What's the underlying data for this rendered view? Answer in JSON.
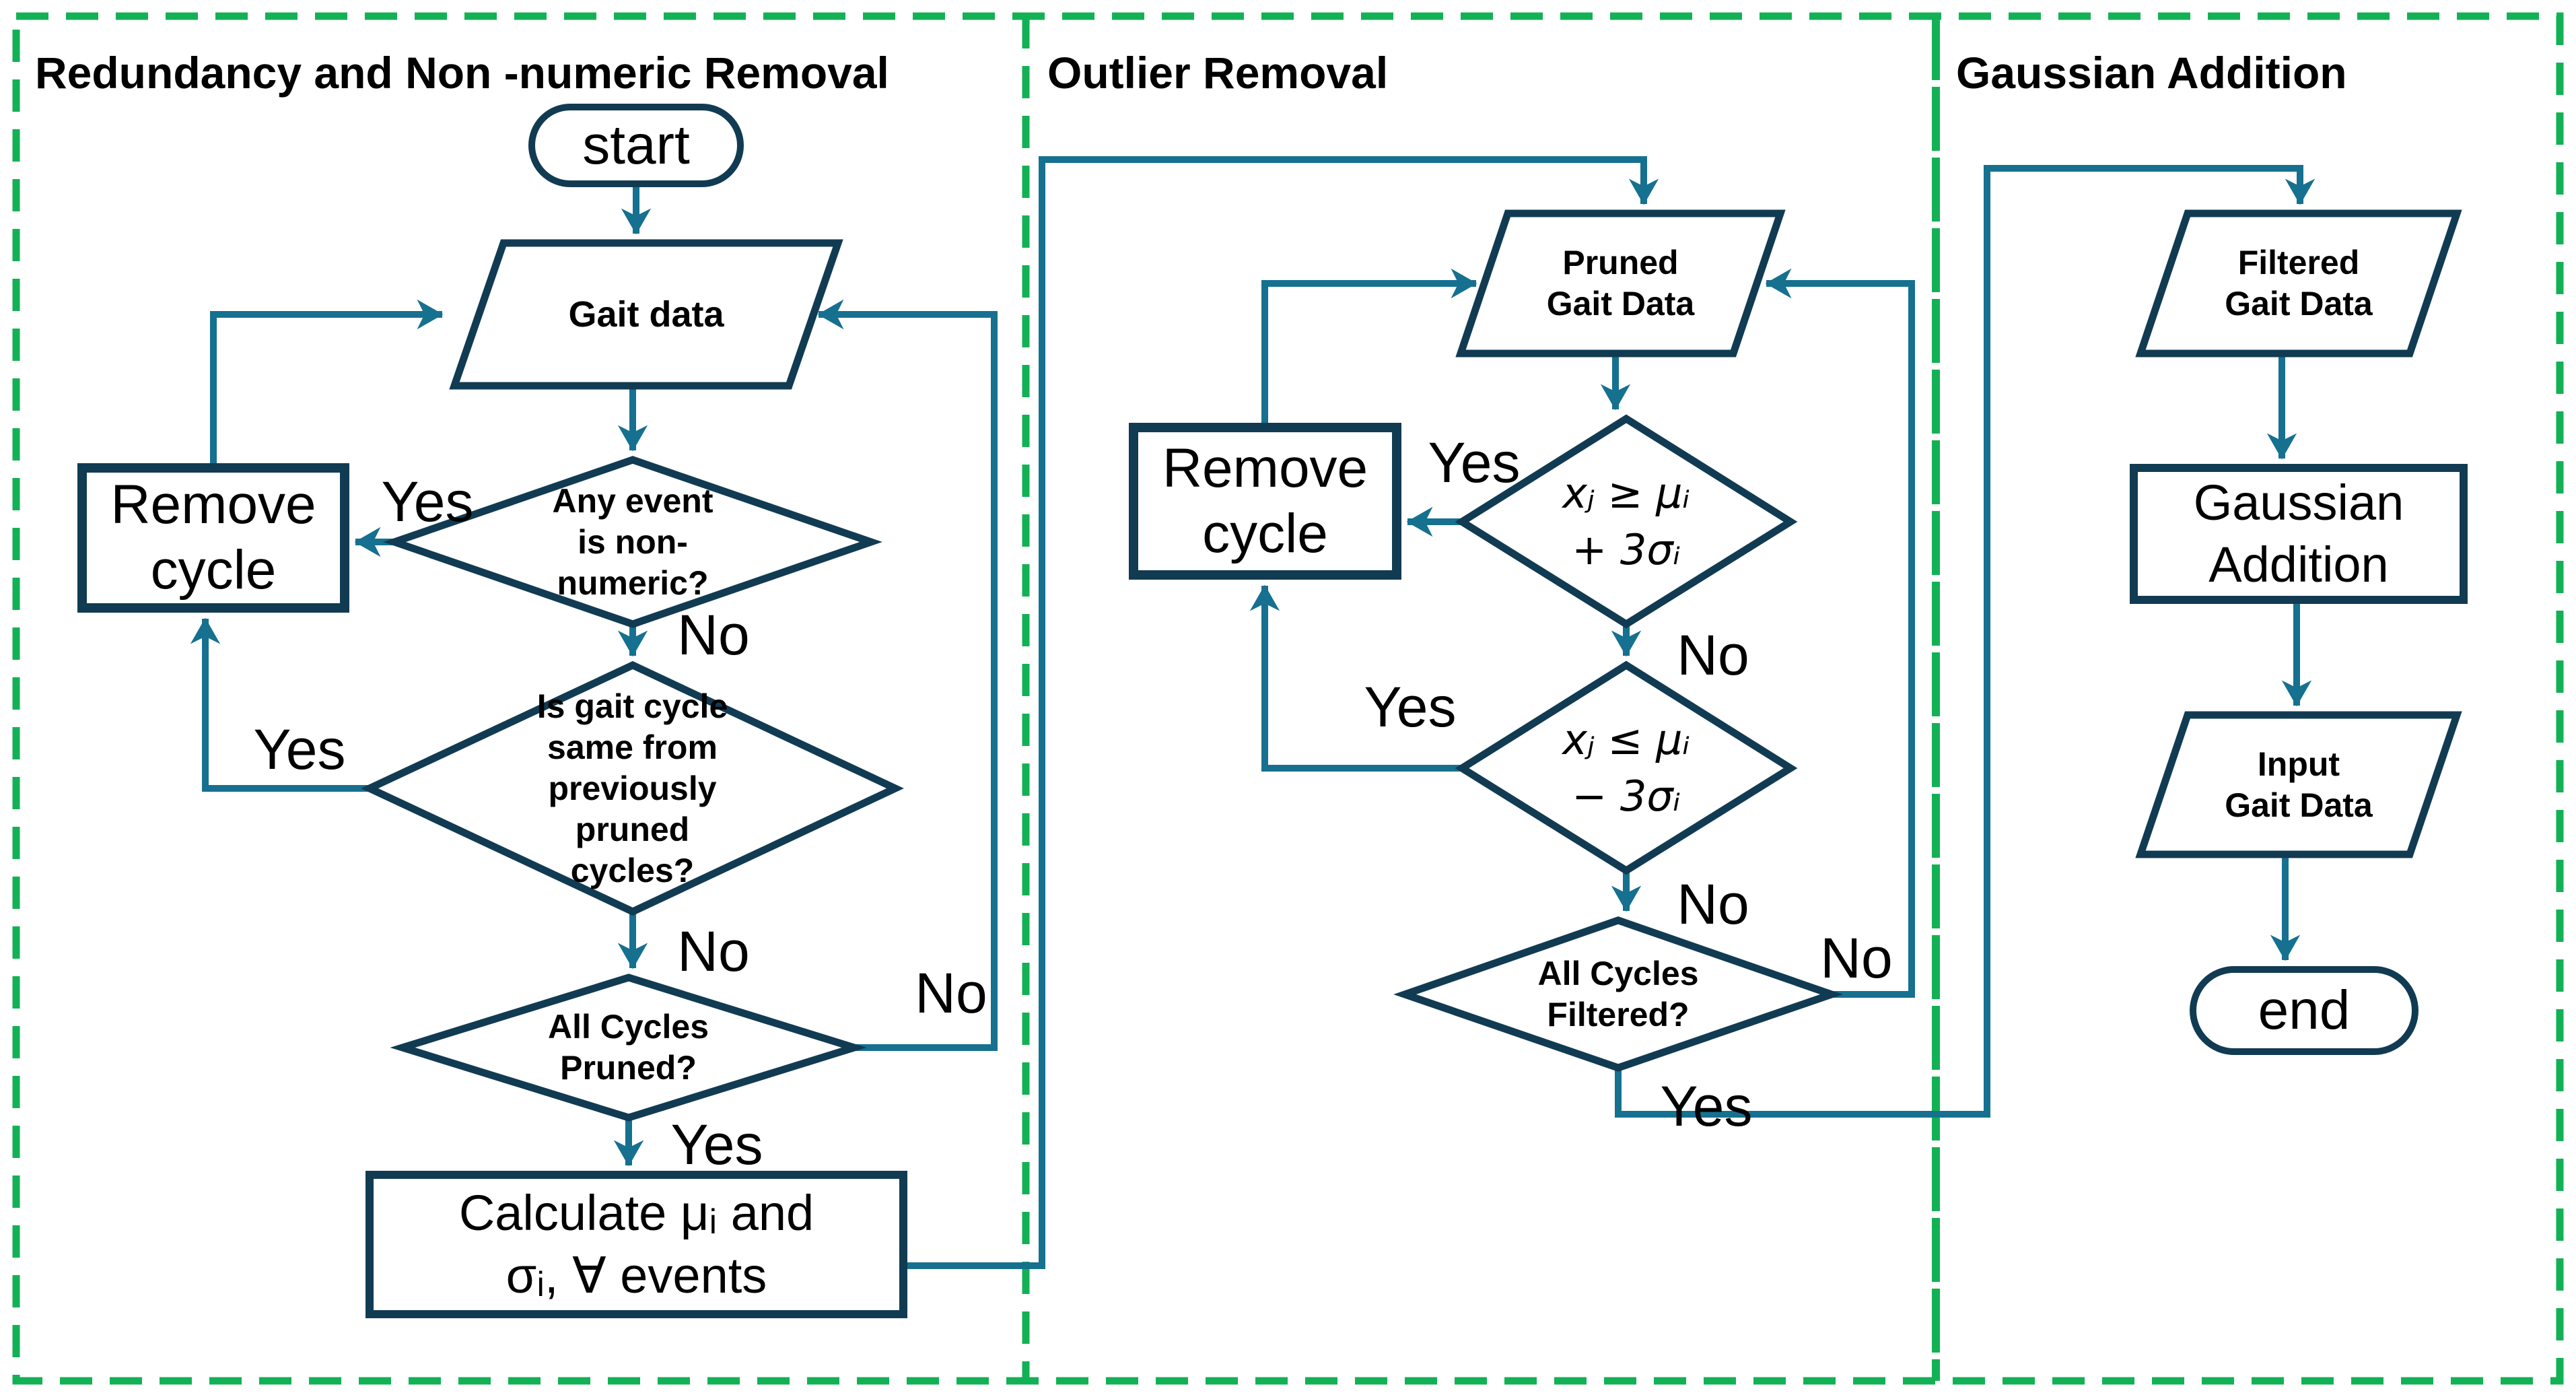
{
  "colors": {
    "connector_teal": "#16708F",
    "shape_stroke_navy": "#113B52",
    "border_green": "#13B155",
    "text": "#000000",
    "background": "#FFFFFF"
  },
  "labels": {
    "yes": "Yes",
    "no": "No"
  },
  "section1": {
    "title": "Redundancy and Non -numeric Removal",
    "start": "start",
    "gait_data": "Gait data",
    "remove_cycle": "Remove\ncycle",
    "q_any_event": "Any event\nis non-\nnumeric?",
    "q_same_cycle": "Is gait cycle\nsame from\npreviously\npruned\ncycles?",
    "q_all_pruned": "All Cycles\nPruned?",
    "calculate": "Calculate μᵢ and\nσᵢ, ∀ events"
  },
  "section2": {
    "title": "Outlier Removal",
    "pruned_gait_data": "Pruned\nGait Data",
    "remove_cycle": "Remove\ncycle",
    "q_upper_bound": "xⱼ ≥ μᵢ\n+ 3σᵢ",
    "q_lower_bound": "xⱼ ≤ μᵢ\n− 3σᵢ",
    "q_all_filtered": "All Cycles\nFiltered?"
  },
  "section3": {
    "title": "Gaussian Addition",
    "filtered_gait_data": "Filtered\nGait Data",
    "gaussian_addition": "Gaussian\nAddition",
    "input_gait_data": "Input\nGait Data",
    "end": "end"
  }
}
